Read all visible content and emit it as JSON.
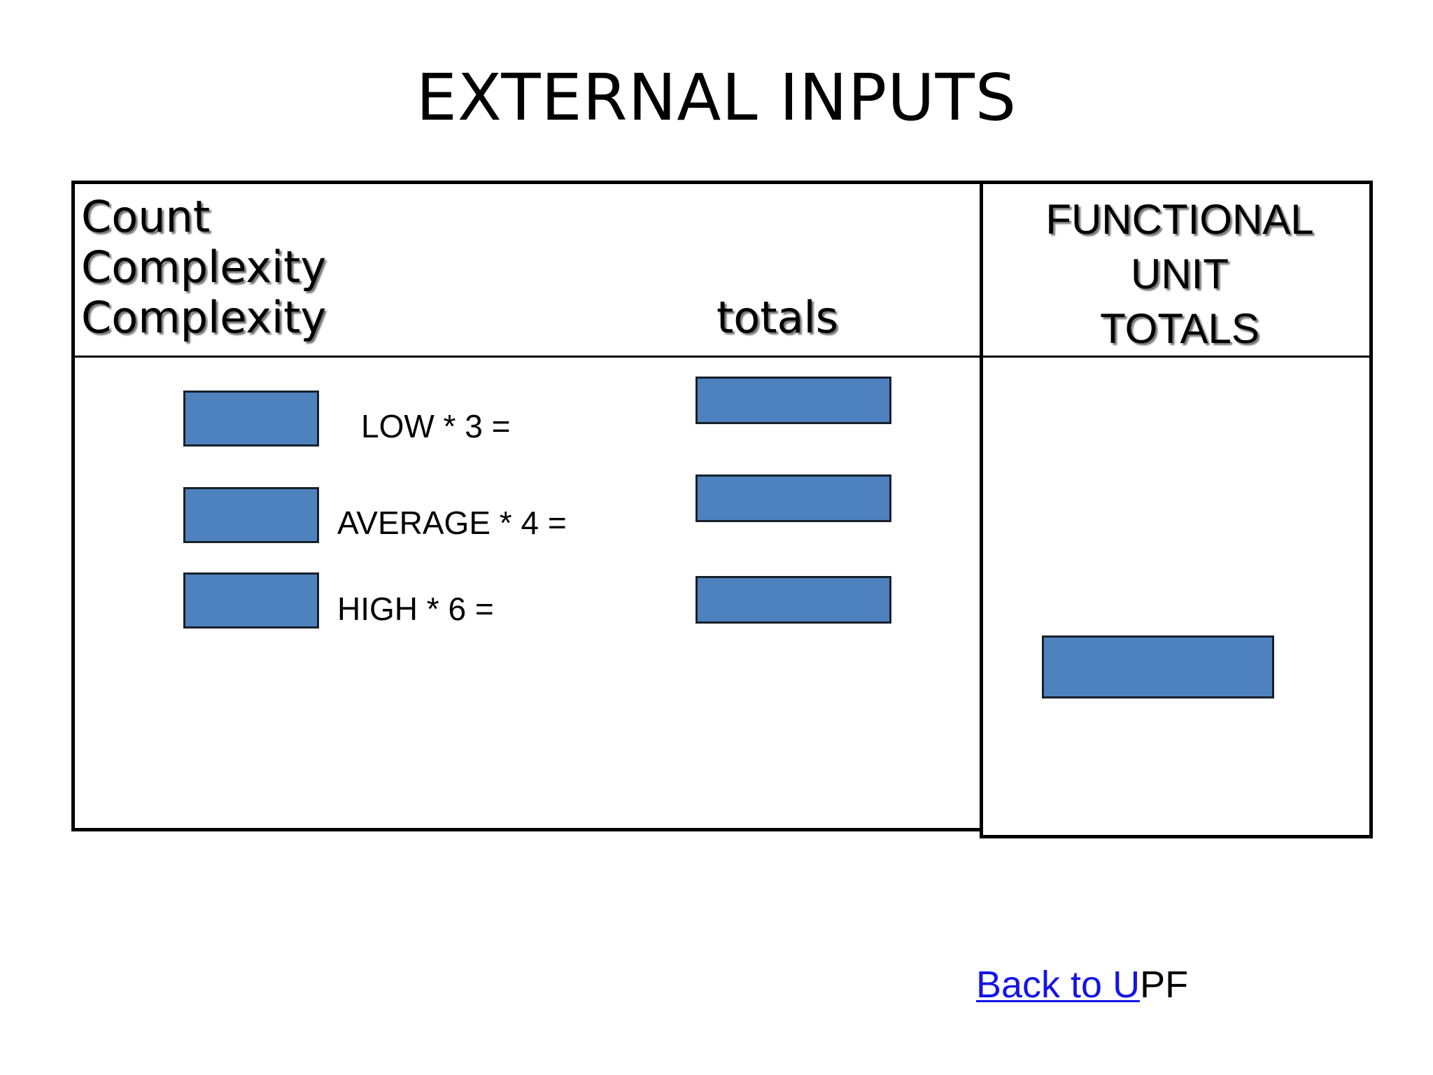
{
  "slide": {
    "title": "EXTERNAL INPUTS",
    "background_color": "#FFFFFF"
  },
  "table": {
    "left_column_header": {
      "line1": "Count",
      "line2": "Complexity",
      "line3_left": "Complexity",
      "line3_right": "totals"
    },
    "right_column_header": {
      "line1": "FUNCTIONAL",
      "line2": "UNIT",
      "line3": "TOTALS"
    },
    "rows": [
      {
        "complexity": "LOW",
        "weight": 3,
        "formula_label": "LOW * 3     =",
        "count_value": "",
        "total_value": ""
      },
      {
        "complexity": "AVERAGE",
        "weight": 4,
        "formula_label": "AVERAGE * 4 =",
        "count_value": "",
        "total_value": ""
      },
      {
        "complexity": "HIGH",
        "weight": 6,
        "formula_label": "HIGH *  6    =",
        "count_value": "",
        "total_value": ""
      }
    ],
    "functional_unit_total_value": ""
  },
  "footer": {
    "link_text": "Back to U",
    "link_tail_text": "PF",
    "link_color": "#1414E6",
    "tail_color": "#000000"
  },
  "colors": {
    "box_fill": "#4E82BE",
    "box_border": "#17202B",
    "table_border": "#000000",
    "text": "#000000"
  }
}
